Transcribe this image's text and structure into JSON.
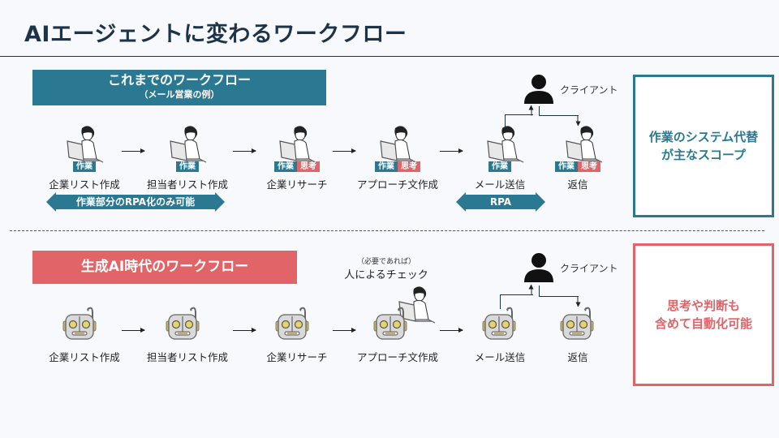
{
  "title": "AIエージェントに変わるワークフロー",
  "old_flow": {
    "banner_title": "これまでのワークフロー",
    "banner_subtitle": "（メール営業の例）",
    "steps": [
      {
        "label": "企業リスト作成",
        "tags": [
          "作業"
        ]
      },
      {
        "label": "担当者リスト作成",
        "tags": [
          "作業"
        ]
      },
      {
        "label": "企業リサーチ",
        "tags": [
          "作業",
          "思考"
        ]
      },
      {
        "label": "アプローチ文作成",
        "tags": [
          "作業",
          "思考"
        ]
      },
      {
        "label": "メール送信",
        "tags": [
          "作業"
        ]
      },
      {
        "label": "返信",
        "tags": [
          "作業",
          "思考"
        ]
      }
    ],
    "rpa_partial_label": "作業部分のRPA化のみ可能",
    "rpa_label": "RPA",
    "client_label": "クライアント",
    "scope_text_line1": "作業のシステム代替",
    "scope_text_line2": "が主なスコープ"
  },
  "new_flow": {
    "banner_title": "生成AI時代のワークフロー",
    "steps": [
      {
        "label": "企業リスト作成"
      },
      {
        "label": "担当者リスト作成"
      },
      {
        "label": "企業リサーチ"
      },
      {
        "label": "アプローチ文作成"
      },
      {
        "label": "メール送信"
      },
      {
        "label": "返信"
      }
    ],
    "check_note_small": "（必要であれば）",
    "check_note": "人によるチェック",
    "client_label": "クライアント",
    "scope_text_line1": "思考や判断も",
    "scope_text_line2": "含めて自動化可能"
  },
  "colors": {
    "work": "#2a7891",
    "think": "#e06468",
    "title": "#1d3347"
  },
  "icons": {
    "person": "person-at-laptop-icon",
    "robot": "robot-head-icon",
    "client": "client-user-icon"
  }
}
